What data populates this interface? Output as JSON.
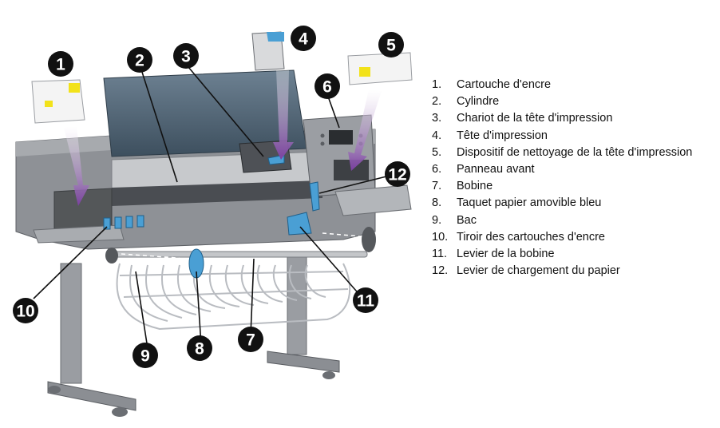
{
  "callouts": [
    "1",
    "2",
    "3",
    "4",
    "5",
    "6",
    "12",
    "10",
    "11",
    "9",
    "8",
    "7"
  ],
  "legend": [
    {
      "num": "1.",
      "text": "Cartouche d'encre"
    },
    {
      "num": "2.",
      "text": "Cylindre"
    },
    {
      "num": "3.",
      "text": "Chariot de la tête d'impression"
    },
    {
      "num": "4.",
      "text": "Tête d'impression"
    },
    {
      "num": "5.",
      "text": "Dispositif de nettoyage de la tête d'impression"
    },
    {
      "num": "6.",
      "text": "Panneau avant"
    },
    {
      "num": "7.",
      "text": "Bobine"
    },
    {
      "num": "8.",
      "text": "Taquet papier amovible bleu"
    },
    {
      "num": "9.",
      "text": "Bac"
    },
    {
      "num": "10.",
      "text": "Tiroir des cartouches d'encre"
    },
    {
      "num": "11.",
      "text": "Levier de la bobine"
    },
    {
      "num": "12.",
      "text": "Levier de chargement du papier"
    }
  ],
  "colors": {
    "printer_body": "#8e9196",
    "cover": "#4f6272",
    "accent_blue": "#4a9fd4",
    "callout": "#111111",
    "label_yellow": "#f2e21a"
  }
}
